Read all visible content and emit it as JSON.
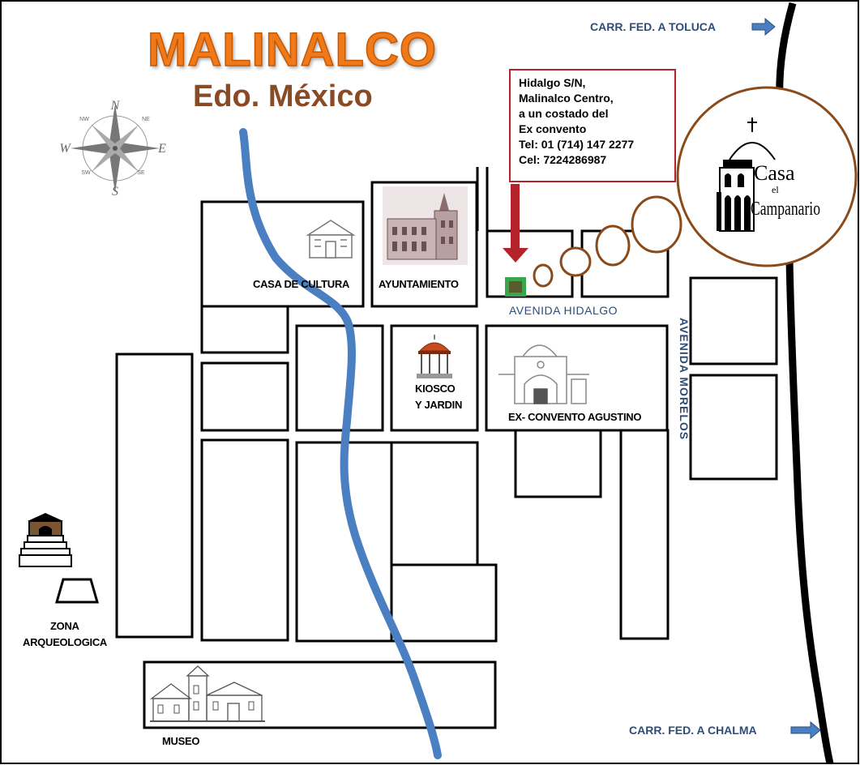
{
  "title": "MALINALCO",
  "subtitle": "Edo. México",
  "compass": {
    "n": "N",
    "s": "S",
    "e": "E",
    "w": "W",
    "ne": "NE",
    "nw": "NW",
    "se": "SE",
    "sw": "SW"
  },
  "info": {
    "line1": "Hidalgo S/N,",
    "line2": "Malinalco Centro,",
    "line3": "a un costado del",
    "line4": "Ex convento",
    "line5": "Tel: 01 (714) 147 2277",
    "line6": "Cel: 7224286987"
  },
  "logo": {
    "casa": "Casa",
    "el": "el",
    "campanario": "Campanario"
  },
  "roads": {
    "toluca": "CARR. FED. A TOLUCA",
    "chalma": "CARR. FED. A CHALMA",
    "hidalgo": "AVENIDA HIDALGO",
    "morelos": "AVENIDA MORELOS"
  },
  "places": {
    "casa_cultura": "CASA DE CULTURA",
    "ayuntamiento": "AYUNTAMIENTO",
    "kiosco_1": "KIOSCO",
    "kiosco_2": "Y JARDIN",
    "ex_convento": "EX- CONVENTO AGUSTINO",
    "zona_1": "ZONA",
    "zona_2": "ARQUEOLOGICA",
    "museo": "MUSEO"
  },
  "colors": {
    "river": "#4a7fc1",
    "title": "#f07a1a",
    "subtitle": "#8a4a24",
    "highlight_border": "#b4232a",
    "marker": "#3aa64a",
    "bubbles": "#8a4a1a",
    "road_label": "#2d4d7a"
  }
}
